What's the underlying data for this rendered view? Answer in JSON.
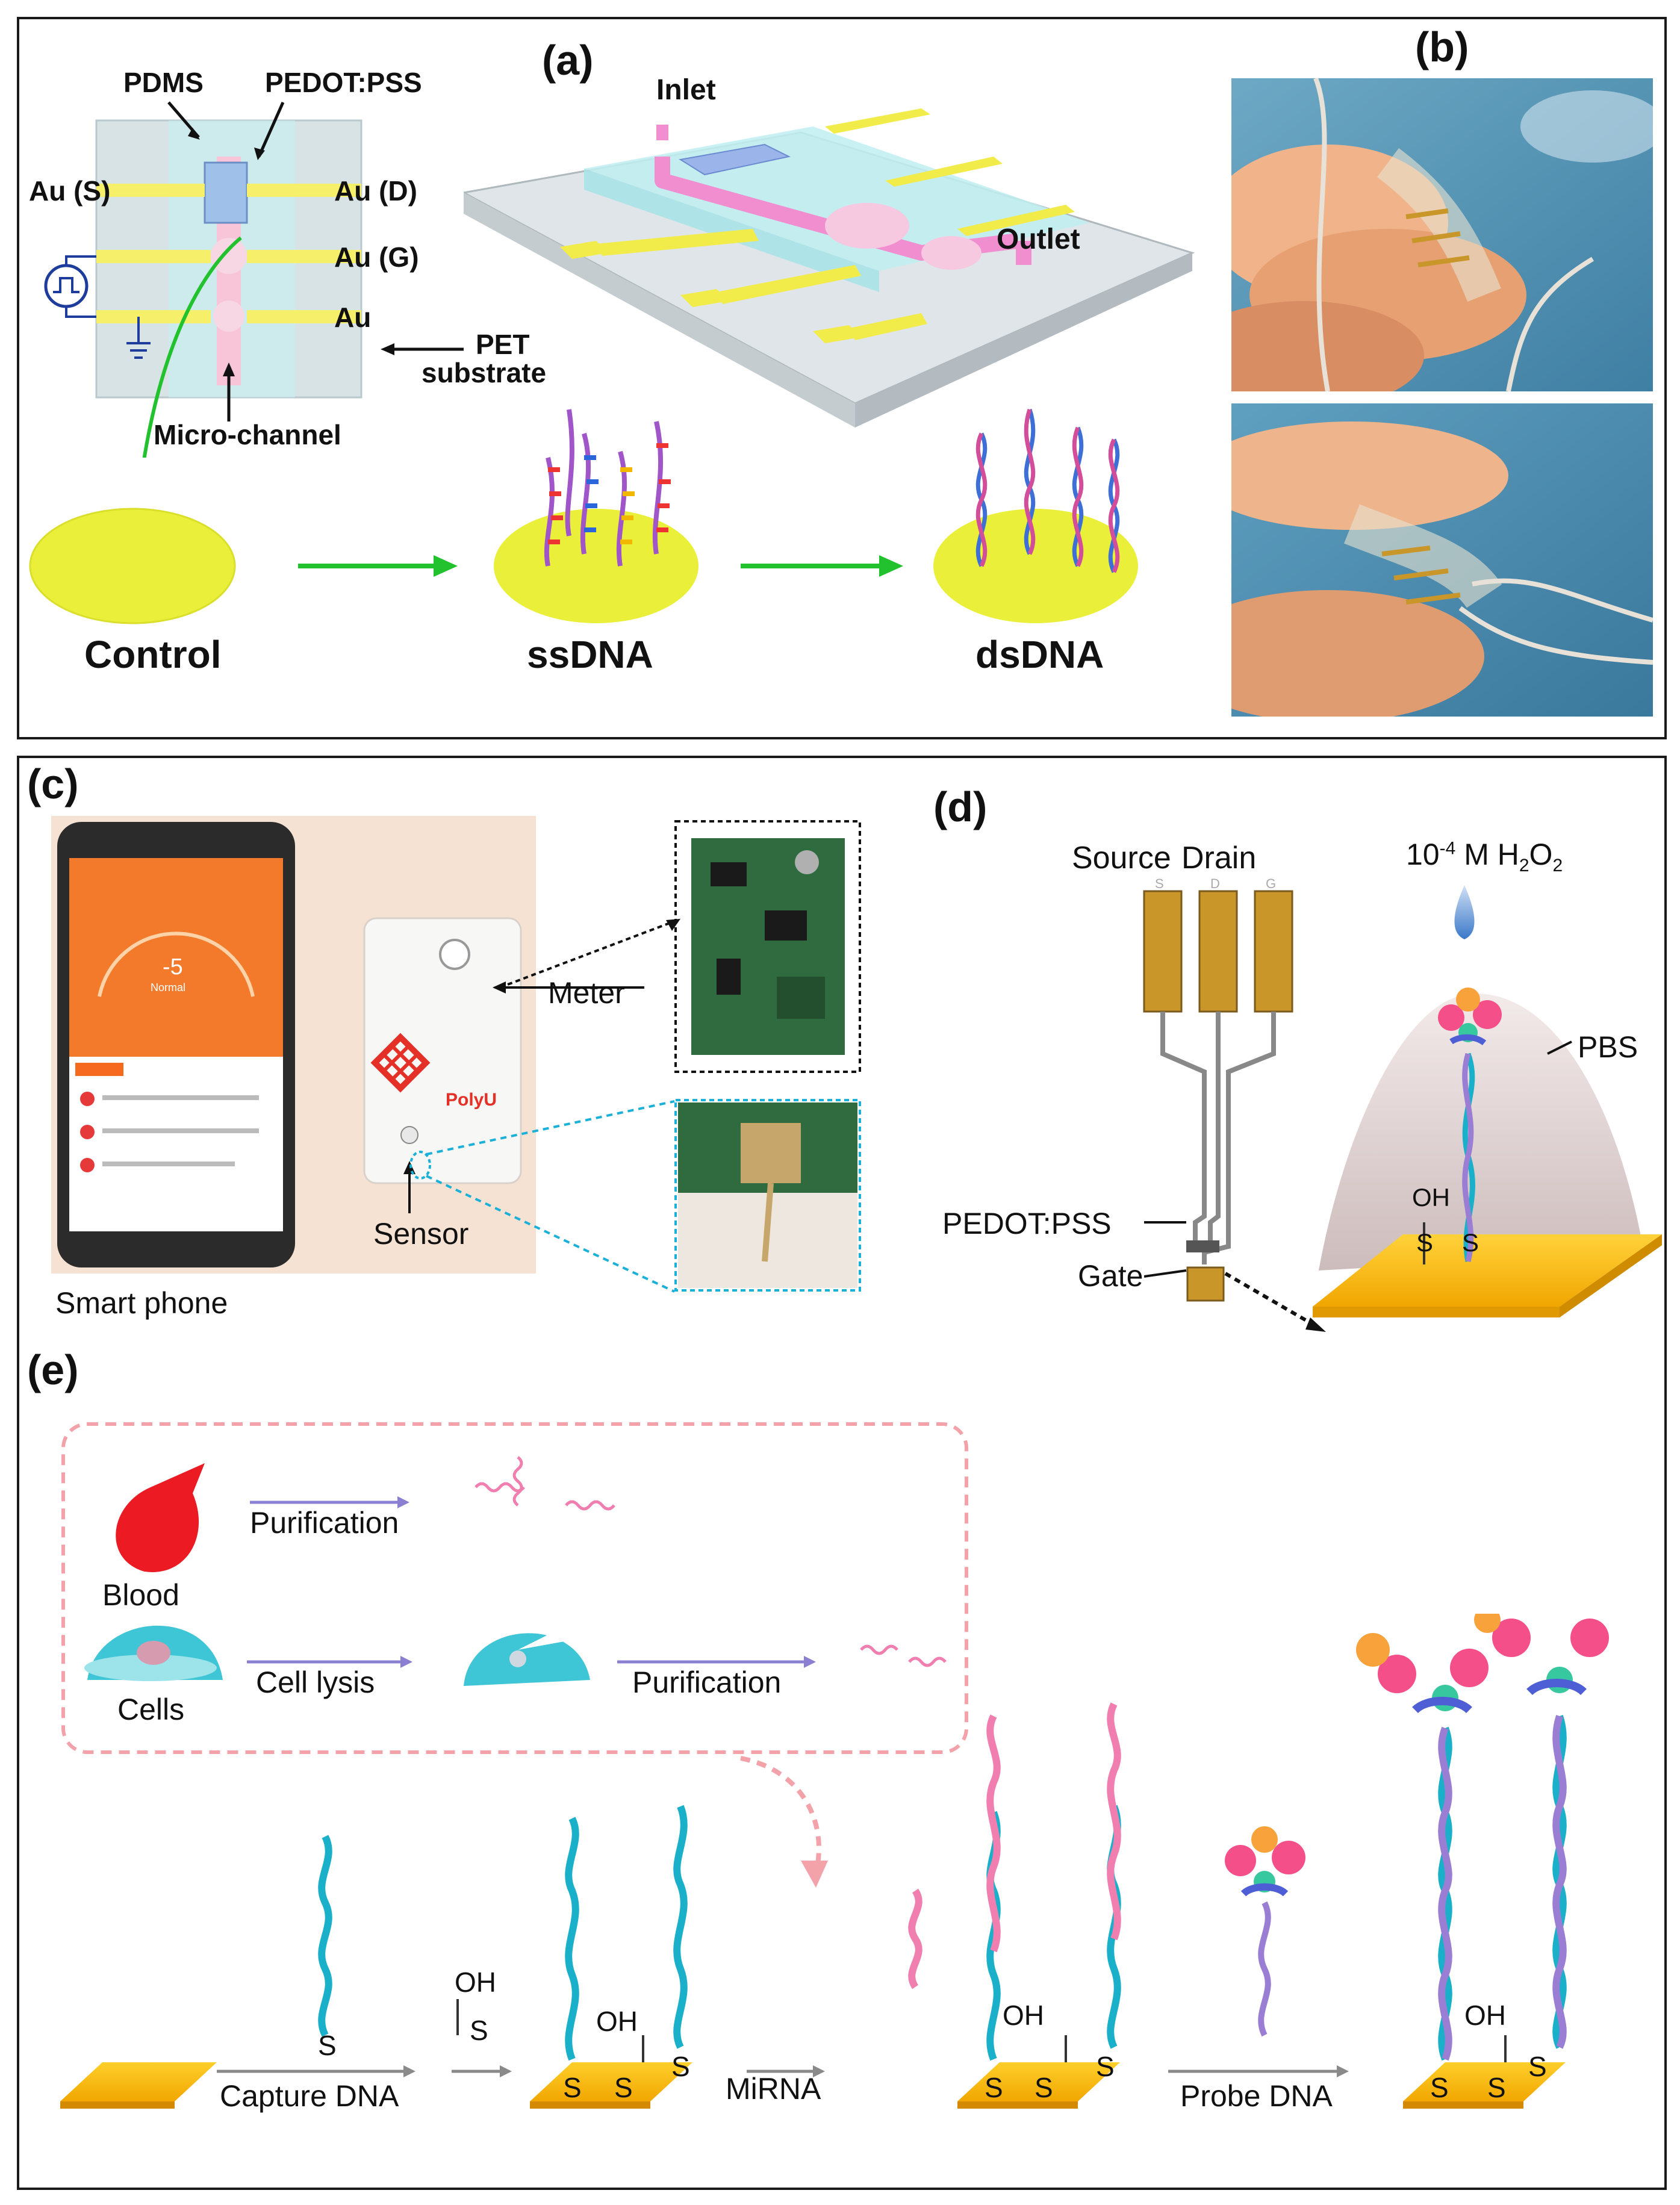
{
  "panel_a": {
    "label": "(a)",
    "pdms": "PDMS",
    "pedot": "PEDOT:PSS",
    "au_s": "Au (S)",
    "au_d": "Au (D)",
    "au_g": "Au (G)",
    "au": "Au",
    "pet": "PET",
    "substrate": "substrate",
    "microchannel": "Micro-channel",
    "inlet": "Inlet",
    "outlet": "Outlet",
    "control": "Control",
    "ssdna": "ssDNA",
    "dsdna": "dsDNA"
  },
  "panel_b": {
    "label": "(b)"
  },
  "panel_c": {
    "label": "(c)",
    "meter": "Meter",
    "sensor": "Sensor",
    "smart_phone": "Smart phone",
    "brand": "PolyU",
    "phone_value": "-5",
    "phone_status": "Normal"
  },
  "panel_d": {
    "label": "(d)",
    "source": "Source",
    "drain": "Drain",
    "conc_prefix": "10",
    "conc_exp": "-4",
    "conc_mid": " M H",
    "conc_sub1": "2",
    "conc_o": "O",
    "conc_sub2": "2",
    "pbs": "PBS",
    "pedot": "PEDOT:PSS",
    "gate": "Gate",
    "oh": "OH",
    "s1": "S",
    "s2": "S",
    "pin_s": "S",
    "pin_d": "D",
    "pin_g": "G"
  },
  "panel_e": {
    "label": "(e)",
    "blood": "Blood",
    "cells": "Cells",
    "purification1": "Purification",
    "cell_lysis": "Cell lysis",
    "purification2": "Purification",
    "capture_dna": "Capture DNA",
    "mirna": "MiRNA",
    "probe_dna": "Probe DNA",
    "oh": "OH",
    "s": "S"
  },
  "colors": {
    "gold": "#f5b800",
    "yellow_disk": "#eaf03a",
    "cyan": "#1ab0c9",
    "pink": "#f07fb0",
    "green_arrow": "#22c22e",
    "purple_arrow": "#8a7fd0",
    "dashed_pink": "#f2a2a8"
  }
}
